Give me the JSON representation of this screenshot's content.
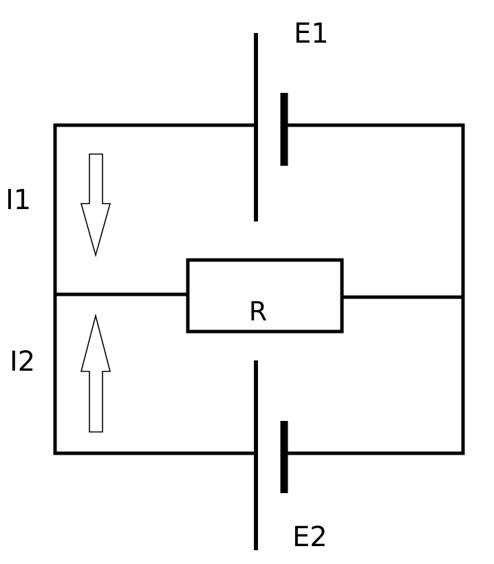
{
  "diagram": {
    "labels": {
      "e1": "E1",
      "e2": "E2",
      "i1": "I1",
      "i2": "I2",
      "r": "R"
    },
    "arrows": {
      "i1_direction": "down",
      "i2_direction": "up"
    },
    "colors": {
      "line": "#000000",
      "background": "#ffffff"
    }
  }
}
